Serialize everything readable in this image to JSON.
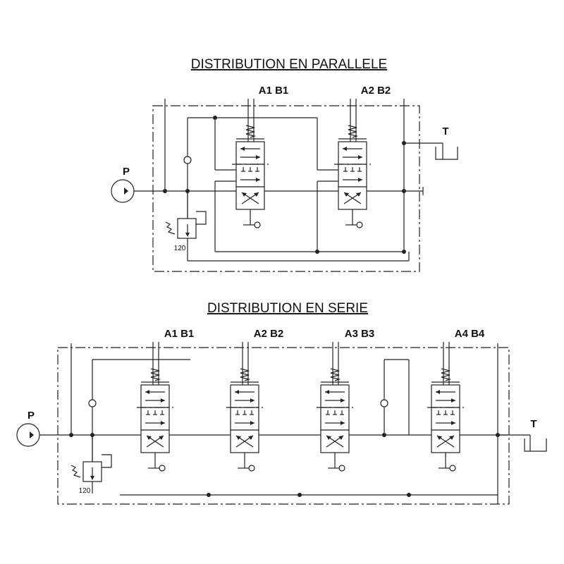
{
  "parallel": {
    "title": "DISTRIBUTION EN PARALLELE",
    "pump_label": "P",
    "tank_label": "T",
    "relief_setting": "120",
    "ports": [
      "A1 B1",
      "A2 B2"
    ]
  },
  "series": {
    "title": "DISTRIBUTION EN SERIE",
    "pump_label": "P",
    "tank_label": "T",
    "relief_setting": "120",
    "ports": [
      "A1 B1",
      "A2 B2",
      "A3 B3",
      "A4 B4"
    ]
  }
}
